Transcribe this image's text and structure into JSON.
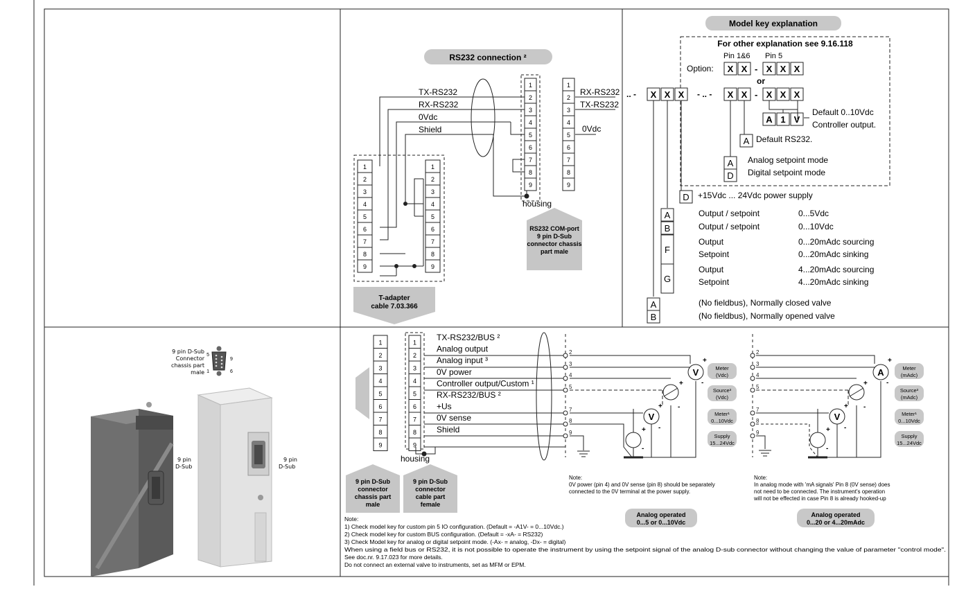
{
  "colors": {
    "banner_bg": "#c8c8c8",
    "grey_arrow": "#c6c6c6",
    "label_bg": "#c8c8c8",
    "ink": "#111111",
    "device_dark": "#6f6f6f",
    "device_light": "#e3e3e3"
  },
  "rs232": {
    "title": "RS232 connection ²",
    "left_signals": [
      "TX-RS232",
      "RX-RS232",
      "0Vdc",
      "Shield"
    ],
    "right_labels": [
      {
        "pin": "1",
        "text": "RX-RS232"
      },
      {
        "pin": "2",
        "text": "TX-RS232"
      },
      {
        "pin": "5",
        "text": "0Vdc"
      }
    ],
    "housing": "housing",
    "pins": [
      "1",
      "2",
      "3",
      "4",
      "5",
      "6",
      "7",
      "8",
      "9"
    ],
    "tadapter": [
      "T-adapter",
      "cable 7.03.366"
    ],
    "comport": [
      "RS232 COM-port",
      "9 pin D-Sub",
      "connector chassis",
      "part male"
    ]
  },
  "modelkey": {
    "title": "Model key explanation",
    "other": "For other explanation see 9.16.118",
    "pin18": "Pin 1&6",
    "pin5": "Pin 5",
    "option": "Option:",
    "x": "X",
    "dash": "-",
    "or": "or",
    "dots_left": ".. -",
    "dots_mid": "- .. -",
    "a1v": [
      "A",
      "1",
      "V"
    ],
    "default_ctrl": [
      "Default 0..10Vdc",
      "Controller output."
    ],
    "default_rs": "Default RS232.",
    "setpoint": [
      {
        "code": "A",
        "text": "Analog setpoint mode"
      },
      {
        "code": "D",
        "text": "Digital setpoint mode"
      }
    ],
    "power": {
      "code": "D",
      "text": "+15Vdc ... 24Vdc power supply"
    },
    "outputs": [
      {
        "code": "A",
        "lines": [
          [
            "Output / setpoint",
            "0...5Vdc"
          ]
        ]
      },
      {
        "code": "B",
        "lines": [
          [
            "Output / setpoint",
            "0...10Vdc"
          ]
        ]
      },
      {
        "code": "F",
        "lines": [
          [
            "Output",
            "0...20mAdc sourcing"
          ],
          [
            "Setpoint",
            "0...20mAdc sinking"
          ]
        ]
      },
      {
        "code": "G",
        "lines": [
          [
            "Output",
            "4...20mAdc sourcing"
          ],
          [
            "Setpoint",
            "4...20mAdc sinking"
          ]
        ]
      }
    ],
    "valves": [
      {
        "code": "A",
        "text": "(No fieldbus), Normally closed valve"
      },
      {
        "code": "B",
        "text": "(No fieldbus), Normally opened valve"
      }
    ]
  },
  "device": {
    "dsub_label": [
      "9 pin D-Sub",
      "Connector",
      "chassis part",
      "male"
    ],
    "dsub_pins": [
      "5",
      "9",
      "1",
      "6"
    ],
    "left_label": [
      "9 pin",
      "D-Sub"
    ],
    "right_label": [
      "9 pin",
      "D-Sub"
    ]
  },
  "analog": {
    "pins": [
      "1",
      "2",
      "3",
      "4",
      "5",
      "6",
      "7",
      "8",
      "9"
    ],
    "signals": [
      "TX-RS232/BUS ²",
      "Analog output",
      "Analog input ³",
      "0V power",
      "Controller output/Custom ¹",
      "RX-RS232/BUS ²",
      "+Us",
      "0V sense",
      "Shield"
    ],
    "housing": "housing",
    "box1": [
      "9 pin D-Sub",
      "connector",
      "chassis part",
      "male"
    ],
    "box2": [
      "9 pin D-Sub",
      "connector",
      "cable part",
      "female"
    ],
    "v": "V",
    "a": "A",
    "plus": "+",
    "minus": "-",
    "volt_labels": [
      [
        "Meter",
        "(Vdc)"
      ],
      [
        "Source³",
        "(Vdc)"
      ],
      [
        "Meter¹",
        "0...10Vdc"
      ],
      [
        "Supply",
        "15...24Vdc"
      ]
    ],
    "amp_labels": [
      [
        "Meter",
        "(mAdc)"
      ],
      [
        "Source³",
        "(mAdc)"
      ],
      [
        "Meter¹",
        "0...10Vdc"
      ],
      [
        "Supply",
        "15...24Vdc"
      ]
    ],
    "note_v": [
      "Note:",
      "0V power (pin 4) and 0V sense (pin 8) should be separately",
      "connected to the 0V terminal at the power supply."
    ],
    "note_a": [
      "Note:",
      "In analog mode with 'mA signals' Pin 8 (0V sense) does",
      "not need to be connected. The instrument's operation",
      "will not be effected in case Pin 8 is already hooked-up"
    ],
    "op_v": [
      "Analog operated",
      "0...5 or 0...10Vdc"
    ],
    "op_a": [
      "Analog operated",
      "0...20 or 4...20mAdc"
    ],
    "footnotes": [
      "Note:",
      "1) Check model key for custom pin 5 IO configuration. (Default = -A1V- = 0...10Vdc.)",
      "2) Check model key for custom BUS configuration. (Default = -xA- = RS232)",
      "3) Check Model key for analog or digital setpoint mode. (-Ax- = analog, -Dx- = digital)",
      "When using  a field bus or RS232, it is not possible to operate the instrument by using the setpoint signal of the analog D-sub connector without changing the value of parameter \"control mode\".",
      "See doc.nr. 9.17.023 for more details.",
      "Do not connect an external valve to instruments, set as MFM or EPM."
    ]
  }
}
